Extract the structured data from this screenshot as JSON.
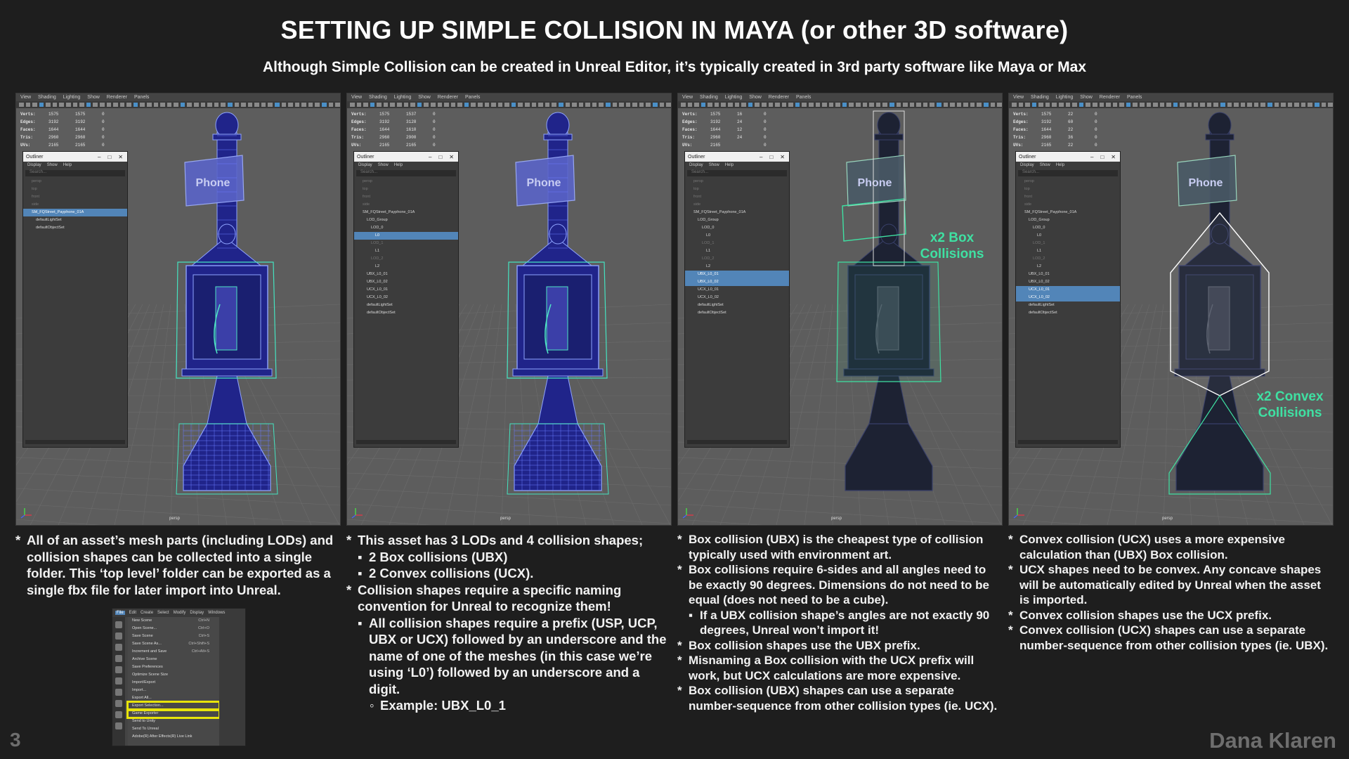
{
  "title": "SETTING UP SIMPLE COLLISION IN MAYA (or other 3D software)",
  "subtitle": "Although Simple Collision can be created in Unreal Editor, it’s typically created in 3rd party software like Maya or Max",
  "viewport": {
    "menu": [
      "View",
      "Shading",
      "Lighting",
      "Show",
      "Renderer",
      "Panels"
    ],
    "camera_label": "persp",
    "stats_labels": [
      "Verts:",
      "Edges:",
      "Faces:",
      "Tris:",
      "UVs:"
    ],
    "sign_text": "Phone"
  },
  "outliner": {
    "window_title": "Outliner",
    "menu": [
      "Display",
      "Show",
      "Help"
    ],
    "search_placeholder": "Search..."
  },
  "panels": [
    {
      "stats": [
        [
          "1575",
          "1575",
          "0"
        ],
        [
          "3192",
          "3192",
          "0"
        ],
        [
          "1644",
          "1644",
          "0"
        ],
        [
          "2960",
          "2960",
          "0"
        ],
        [
          "2165",
          "2165",
          "0"
        ]
      ],
      "outliner_items": [
        {
          "label": "persp",
          "style": "dim",
          "indent": 0
        },
        {
          "label": "top",
          "style": "dim",
          "indent": 0
        },
        {
          "label": "front",
          "style": "dim",
          "indent": 0
        },
        {
          "label": "side",
          "style": "dim",
          "indent": 0
        },
        {
          "label": "SM_FQStreet_Payphone_01A",
          "style": "sel",
          "indent": 0
        },
        {
          "label": "defaultLightSet",
          "style": "",
          "indent": 1
        },
        {
          "label": "defaultObjectSet",
          "style": "",
          "indent": 1
        }
      ]
    },
    {
      "stats": [
        [
          "1575",
          "1537",
          "0"
        ],
        [
          "3192",
          "3128",
          "0"
        ],
        [
          "1644",
          "1610",
          "0"
        ],
        [
          "2960",
          "2900",
          "0"
        ],
        [
          "2165",
          "2165",
          "0"
        ]
      ],
      "outliner_items": [
        {
          "label": "persp",
          "style": "dim",
          "indent": 0
        },
        {
          "label": "top",
          "style": "dim",
          "indent": 0
        },
        {
          "label": "front",
          "style": "dim",
          "indent": 0
        },
        {
          "label": "side",
          "style": "dim",
          "indent": 0
        },
        {
          "label": "SM_FQStreet_Payphone_01A",
          "style": "",
          "indent": 0
        },
        {
          "label": "LOD_Group",
          "style": "",
          "indent": 1
        },
        {
          "label": "LOD_0",
          "style": "",
          "indent": 2
        },
        {
          "label": "L0",
          "style": "sel",
          "indent": 3
        },
        {
          "label": "LOD_1",
          "style": "dim",
          "indent": 2
        },
        {
          "label": "L1",
          "style": "",
          "indent": 3
        },
        {
          "label": "LOD_2",
          "style": "dim",
          "indent": 2
        },
        {
          "label": "L2",
          "style": "",
          "indent": 3
        },
        {
          "label": "UBX_L0_01",
          "style": "",
          "indent": 1
        },
        {
          "label": "UBX_L0_02",
          "style": "",
          "indent": 1
        },
        {
          "label": "UCX_L0_01",
          "style": "",
          "indent": 1
        },
        {
          "label": "UCX_L0_02",
          "style": "",
          "indent": 1
        },
        {
          "label": "defaultLightSet",
          "style": "",
          "indent": 1
        },
        {
          "label": "defaultObjectSet",
          "style": "",
          "indent": 1
        }
      ]
    },
    {
      "stats": [
        [
          "1575",
          "16",
          "0"
        ],
        [
          "3192",
          "24",
          "0"
        ],
        [
          "1644",
          "12",
          "0"
        ],
        [
          "2960",
          "24",
          "0"
        ],
        [
          "2165",
          "",
          "0"
        ]
      ],
      "outliner_items": [
        {
          "label": "persp",
          "style": "dim",
          "indent": 0
        },
        {
          "label": "top",
          "style": "dim",
          "indent": 0
        },
        {
          "label": "front",
          "style": "dim",
          "indent": 0
        },
        {
          "label": "side",
          "style": "dim",
          "indent": 0
        },
        {
          "label": "SM_FQStreet_Payphone_01A",
          "style": "",
          "indent": 0
        },
        {
          "label": "LOD_Group",
          "style": "",
          "indent": 1
        },
        {
          "label": "LOD_0",
          "style": "",
          "indent": 2
        },
        {
          "label": "L0",
          "style": "",
          "indent": 3
        },
        {
          "label": "LOD_1",
          "style": "dim",
          "indent": 2
        },
        {
          "label": "L1",
          "style": "",
          "indent": 3
        },
        {
          "label": "LOD_2",
          "style": "dim",
          "indent": 2
        },
        {
          "label": "L2",
          "style": "",
          "indent": 3
        },
        {
          "label": "UBX_L0_01",
          "style": "sel",
          "indent": 1
        },
        {
          "label": "UBX_L0_02",
          "style": "sel",
          "indent": 1
        },
        {
          "label": "UCX_L0_01",
          "style": "",
          "indent": 1
        },
        {
          "label": "UCX_L0_02",
          "style": "",
          "indent": 1
        },
        {
          "label": "defaultLightSet",
          "style": "",
          "indent": 1
        },
        {
          "label": "defaultObjectSet",
          "style": "",
          "indent": 1
        }
      ]
    },
    {
      "stats": [
        [
          "1575",
          "22",
          "0"
        ],
        [
          "3192",
          "60",
          "0"
        ],
        [
          "1644",
          "22",
          "0"
        ],
        [
          "2960",
          "36",
          "0"
        ],
        [
          "2165",
          "22",
          "0"
        ]
      ],
      "outliner_items": [
        {
          "label": "persp",
          "style": "dim",
          "indent": 0
        },
        {
          "label": "top",
          "style": "dim",
          "indent": 0
        },
        {
          "label": "front",
          "style": "dim",
          "indent": 0
        },
        {
          "label": "side",
          "style": "dim",
          "indent": 0
        },
        {
          "label": "SM_FQStreet_Payphone_01A",
          "style": "",
          "indent": 0
        },
        {
          "label": "LOD_Group",
          "style": "",
          "indent": 1
        },
        {
          "label": "LOD_0",
          "style": "",
          "indent": 2
        },
        {
          "label": "L0",
          "style": "",
          "indent": 3
        },
        {
          "label": "LOD_1",
          "style": "dim",
          "indent": 2
        },
        {
          "label": "L1",
          "style": "",
          "indent": 3
        },
        {
          "label": "LOD_2",
          "style": "dim",
          "indent": 2
        },
        {
          "label": "L2",
          "style": "",
          "indent": 3
        },
        {
          "label": "UBX_L0_01",
          "style": "",
          "indent": 1
        },
        {
          "label": "UBX_L0_02",
          "style": "",
          "indent": 1
        },
        {
          "label": "UCX_L0_01",
          "style": "sel",
          "indent": 1
        },
        {
          "label": "UCX_L0_02",
          "style": "sel",
          "indent": 1
        },
        {
          "label": "defaultLightSet",
          "style": "",
          "indent": 1
        },
        {
          "label": "defaultObjectSet",
          "style": "",
          "indent": 1
        }
      ]
    }
  ],
  "labels": {
    "box": [
      "x2 Box",
      "Collisions"
    ],
    "convex": [
      "x2 Convex",
      "Collisions"
    ]
  },
  "bullets": {
    "col1": [
      {
        "t": "b",
        "text": "All of an asset’s mesh parts (including LODs) and collision shapes can be collected into a single folder.  This ‘top level’ folder can be exported as a single fbx file for later import into Unreal."
      }
    ],
    "col2": [
      {
        "t": "b",
        "text": "This asset has 3 LODs and 4 collision shapes;"
      },
      {
        "t": "sub",
        "text": "2 Box collisions (UBX)"
      },
      {
        "t": "sub",
        "text": "2 Convex collisions (UCX)."
      },
      {
        "t": "b",
        "text": "Collision shapes require a specific naming convention for Unreal to recognize them!"
      },
      {
        "t": "sub",
        "text": "All collision shapes require a prefix (USP, UCP, UBX or UCX) followed by an underscore and the name of one of the meshes (in this case we’re using ‘L0’) followed by an underscore and a digit."
      },
      {
        "t": "sub2",
        "text": "Example:  UBX_L0_1"
      }
    ],
    "col3": [
      {
        "t": "b",
        "text": "Box collision (UBX) is the cheapest type of collision typically used with environment art."
      },
      {
        "t": "b",
        "text": "Box collisions require 6-sides and all angles need to be exactly 90 degrees.  Dimensions do not need to be equal (does not need to be a cube)."
      },
      {
        "t": "sub",
        "text": "If a UBX collision shape’s angles are not exactly 90 degrees, Unreal won’t import it!"
      },
      {
        "t": "b",
        "text": "Box collision shapes use the UBX prefix."
      },
      {
        "t": "b",
        "text": "Misnaming a Box collision with the UCX prefix will work, but UCX calculations are more expensive."
      },
      {
        "t": "b",
        "text": "Box collision (UBX) shapes can use a separate number-sequence from other collision types (ie. UCX)."
      }
    ],
    "col4": [
      {
        "t": "b",
        "text": "Convex collision (UCX) uses a more expensive calculation than (UBX) Box collision."
      },
      {
        "t": "b",
        "text": "UCX shapes need to be convex.  Any concave shapes will be automatically edited by Unreal when the asset is imported."
      },
      {
        "t": "b",
        "text": "Convex collision shapes use the UCX prefix."
      },
      {
        "t": "b",
        "text": "Convex collision (UCX) shapes can use a separate number-sequence from other collision types (ie. UBX)."
      }
    ]
  },
  "file_menu": {
    "bar": [
      "File",
      "Edit",
      "Create",
      "Select",
      "Modify",
      "Display",
      "Windows"
    ],
    "items": [
      {
        "label": "New Scene",
        "shortcut": "Ctrl+N"
      },
      {
        "label": "Open Scene...",
        "shortcut": "Ctrl+O"
      },
      {
        "label": "Save Scene",
        "shortcut": "Ctrl+S"
      },
      {
        "label": "Save Scene As...",
        "shortcut": "Ctrl+Shift+S"
      },
      {
        "label": "Increment and Save",
        "shortcut": "Ctrl+Alt+S"
      },
      {
        "label": "Archive Scene",
        "shortcut": ""
      },
      {
        "label": "Save Preferences",
        "shortcut": ""
      },
      {
        "label": "Optimize Scene Size",
        "shortcut": ""
      },
      {
        "label": "Import/Export",
        "shortcut": ""
      },
      {
        "label": "Import...",
        "shortcut": ""
      },
      {
        "label": "Export All...",
        "shortcut": ""
      },
      {
        "label": "Export Selection...",
        "shortcut": "",
        "hl": true
      },
      {
        "label": "Game Exporter",
        "shortcut": "",
        "hl": true
      },
      {
        "label": "Send to Unity",
        "shortcut": ""
      },
      {
        "label": "Send To Unreal",
        "shortcut": ""
      },
      {
        "label": "Adobe(R) After Effects(R) Live Link",
        "shortcut": ""
      }
    ]
  },
  "page_number": "3",
  "author": "Dana Klaren",
  "colors": {
    "background": "#1e1e1e",
    "wire_blue": "#3a3ff2",
    "wire_cyan": "#45e3c0",
    "collision_green": "#3fe0a2",
    "outliner_selection": "#5285b8",
    "highlight_yellow": "#e8e40a"
  }
}
